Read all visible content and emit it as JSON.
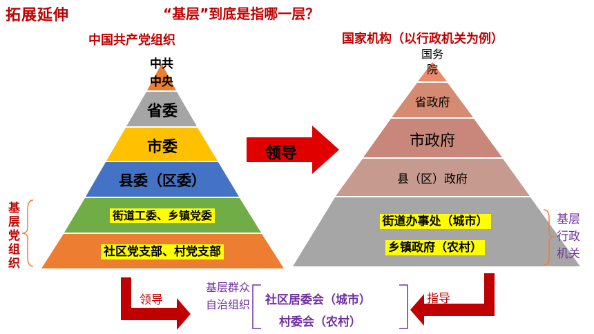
{
  "header": {
    "section_title": "拓展延伸",
    "question": "“基层”到底是指哪一层？"
  },
  "party_pyramid": {
    "title": "中国共产党组织",
    "layers": [
      {
        "label": "中共\n中央",
        "color": "#ed7d31"
      },
      {
        "label": "省委",
        "color": "#a5a5a5"
      },
      {
        "label": "市委",
        "color": "#ffc000"
      },
      {
        "label": "县委（区委）",
        "color": "#4472c4"
      },
      {
        "label": "街道工委、乡镇党委",
        "color": "#70ad47"
      },
      {
        "label": "社区党支部、村党支部",
        "color": "#ed7d31"
      }
    ],
    "side_label": "基层党组织"
  },
  "state_pyramid": {
    "title": "国家机构（以行政机关为例）",
    "layers": [
      {
        "label": "国务\n院",
        "color": "#ec8a6a"
      },
      {
        "label": "省政府",
        "color": "#d48b72"
      },
      {
        "label": "市政府",
        "color": "#c9867a"
      },
      {
        "label": "县（区）政府",
        "color": "#c79a8f"
      },
      {
        "label_1": "街道办事处（城市）",
        "label_2": "乡镇政府（农村）",
        "color": "#a6a6a6"
      }
    ],
    "side_label": "基层行政机关"
  },
  "arrows": {
    "middle": "领导",
    "bottom_left": "领导",
    "bottom_right": "指导"
  },
  "grassroots_org": {
    "side_label": "基层群众自治组织",
    "line_1": "社区居委会（城市）",
    "line_2": "村委会（农村）"
  },
  "colors": {
    "accent_red": "#c00000",
    "purple": "#7030a0"
  }
}
